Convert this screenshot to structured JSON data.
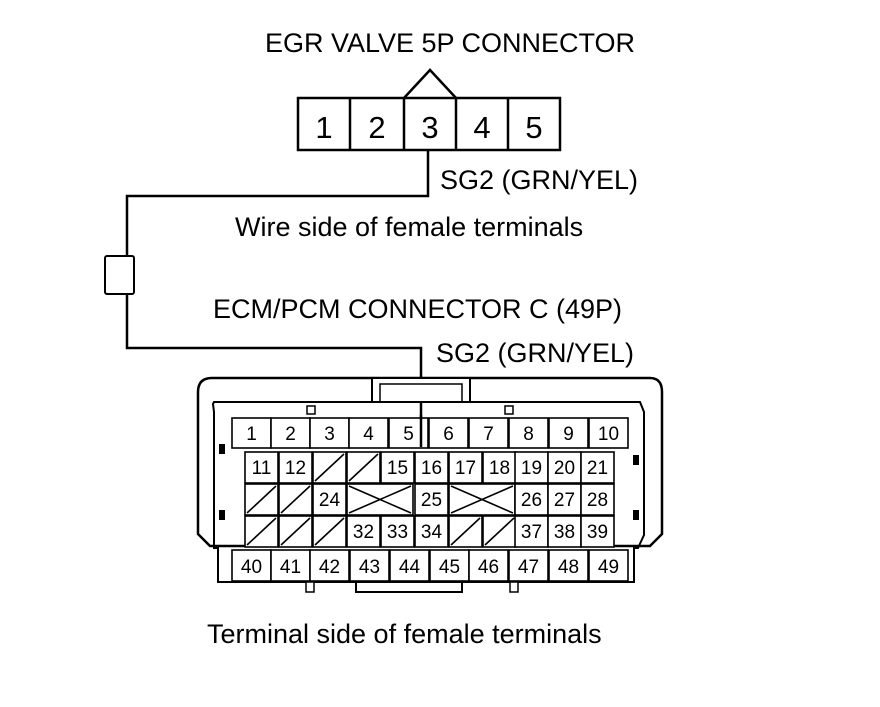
{
  "egr": {
    "title": "EGR VALVE 5P CONNECTOR",
    "pins": [
      "1",
      "2",
      "3",
      "4",
      "5"
    ],
    "signal": "SG2 (GRN/YEL)",
    "view": "Wire side of female terminals"
  },
  "ecm": {
    "title": "ECM/PCM CONNECTOR C (49P)",
    "signal": "SG2 (GRN/YEL)",
    "view": "Terminal side of female terminals",
    "row1": [
      "1",
      "2",
      "3",
      "4",
      "5",
      "6",
      "7",
      "8",
      "9",
      "10"
    ],
    "row2": [
      "11",
      "12",
      "15",
      "16",
      "17",
      "18",
      "19",
      "20",
      "21"
    ],
    "row3": [
      "24",
      "25",
      "26",
      "27",
      "28"
    ],
    "row4": [
      "32",
      "33",
      "34",
      "37",
      "38",
      "39"
    ],
    "row5": [
      "40",
      "41",
      "42",
      "43",
      "44",
      "45",
      "46",
      "47",
      "48",
      "49"
    ]
  }
}
